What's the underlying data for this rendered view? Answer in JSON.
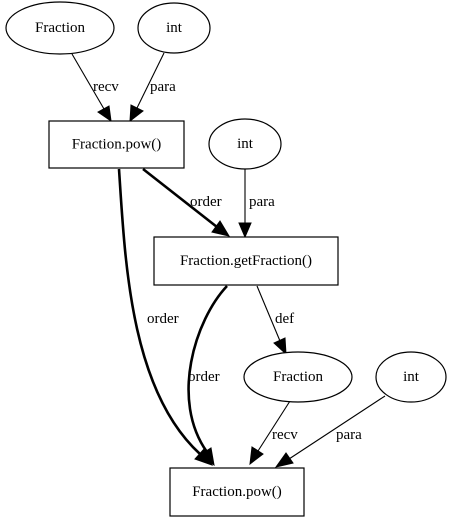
{
  "diagram": {
    "nodes": {
      "fraction_top": {
        "label": "Fraction"
      },
      "int_top": {
        "label": "int"
      },
      "pow_top": {
        "label": "Fraction.pow()"
      },
      "int_mid": {
        "label": "int"
      },
      "get_fraction": {
        "label": "Fraction.getFraction()"
      },
      "fraction_def": {
        "label": "Fraction"
      },
      "int_bottom": {
        "label": "int"
      },
      "pow_bottom": {
        "label": "Fraction.pow()"
      }
    },
    "edges": {
      "fraction_top_to_pow_top": {
        "label": "recv"
      },
      "int_top_to_pow_top": {
        "label": "para"
      },
      "pow_top_to_get_fraction": {
        "label": "order"
      },
      "int_mid_to_get_fraction": {
        "label": "para"
      },
      "pow_top_to_pow_bottom": {
        "label": "order"
      },
      "get_fraction_to_fraction_def": {
        "label": "def"
      },
      "get_fraction_to_pow_bottom": {
        "label": "order"
      },
      "fraction_def_to_pow_bottom": {
        "label": "recv"
      },
      "int_bottom_to_pow_bottom": {
        "label": "para"
      }
    }
  }
}
